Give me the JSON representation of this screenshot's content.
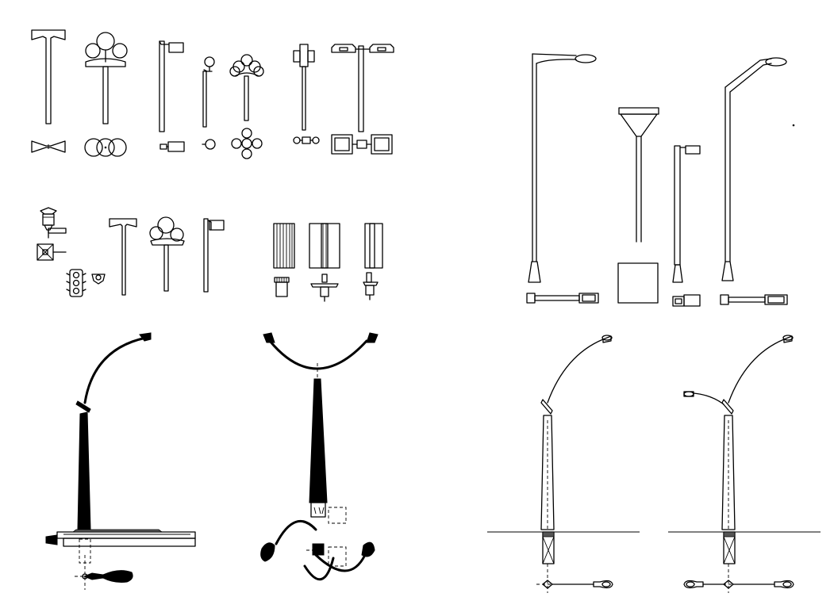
{
  "sheet": {
    "background": "#ffffff",
    "line_color": "#000000",
    "groups": [
      {
        "name": "decorative-lamp-elevations-and-plans"
      },
      {
        "name": "small-fixture-and-signal-symbols"
      },
      {
        "name": "modern-street-lamp-set"
      },
      {
        "name": "arched-street-lamp-black-elevation"
      },
      {
        "name": "double-arm-street-lamp-black-elevation"
      },
      {
        "name": "single-arm-pole-with-foundation"
      },
      {
        "name": "double-arm-pole-with-foundation"
      }
    ]
  }
}
